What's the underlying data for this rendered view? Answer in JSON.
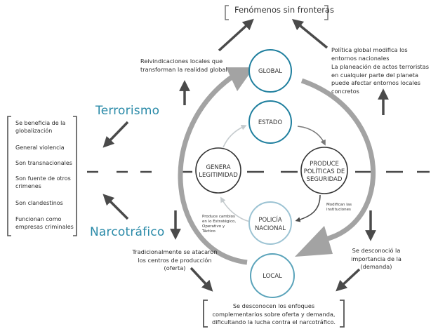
{
  "top_box": {
    "label": "Fenómenos sin fronteras"
  },
  "labels": {
    "terrorismo": "Terrorismo",
    "narcotrafico": "Narcotráfico"
  },
  "left_list": {
    "items": [
      "Se beneficia de la globalización",
      "General violencia",
      "Son transnacionales",
      "Son fuente de otros crimenes",
      "Son clandestinos",
      "Funcionan como empresas criminales"
    ]
  },
  "circles": {
    "global": "GLOBAL",
    "estado": "ESTADO",
    "genera_legitimidad": [
      "GENERA",
      "LEGITIMIDAD"
    ],
    "produce_politicas": [
      "PRODUCE",
      "POLÍTICAS DE",
      "SEGURIDAD"
    ],
    "policia_nacional": [
      "POLICÍA",
      "NACIONAL"
    ],
    "local": "LOCAL"
  },
  "notes": {
    "reivindicaciones": "Reivindicaciones locales que transforman la realidad global",
    "politica_global": "Política global modifica los entornos nacionales",
    "planeacion": "La planeación de actos terroristas en cualquier parte del planeta puede afectar entornos locales concretos",
    "modifican": "Modifican las instituciones",
    "produce_cambios": "Produce cambios en lo Estratégico, Operativo y Táctico",
    "tradicionalmente": "Tradicionalmente se atacaron los centros de producción (oferta)",
    "desconocio": "Se desconoció la importancia de la (demanda)"
  },
  "bottom_box": {
    "label": "Se desconocen los enfoques complementarios sobre oferta y demanda, dificultando la lucha contra el narcotráfico."
  },
  "colors": {
    "teal": "#2a8aa8",
    "dark_gray": "#4a4a4a",
    "light_gray": "#9a9a9a",
    "pale_blue": "#9cc3d3"
  }
}
